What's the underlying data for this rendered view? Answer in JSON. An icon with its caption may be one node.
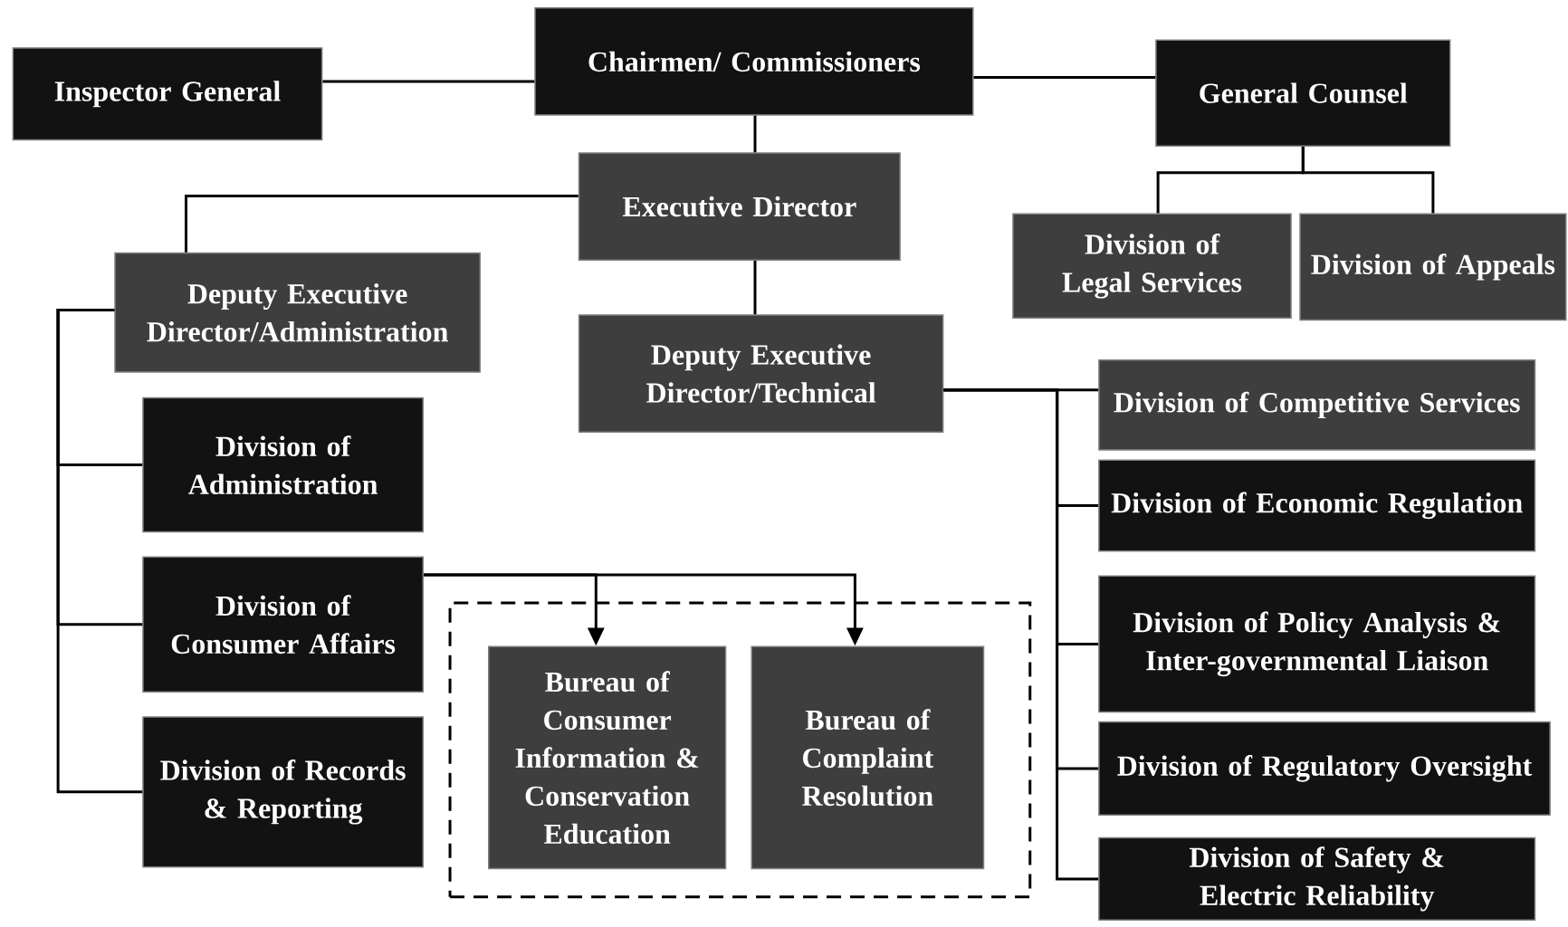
{
  "diagram": {
    "nodes": [
      {
        "text": [
          "Chairmen/ Commissioners"
        ]
      },
      {
        "text": [
          "Inspector General"
        ]
      },
      {
        "text": [
          "General Counsel"
        ]
      },
      {
        "text": [
          "Executive Director"
        ]
      },
      {
        "text": [
          "Division of Legal Services"
        ]
      },
      {
        "text": [
          "Division of Appeals"
        ]
      },
      {
        "text": [
          "Deputy Executive Director/Administration"
        ]
      },
      {
        "text": [
          "Deputy Executive Director/Technical"
        ]
      },
      {
        "text": [
          "Division of Competitive Services"
        ]
      },
      {
        "text": [
          "Division of Administration"
        ]
      },
      {
        "text": [
          "Division of Economic Regulation"
        ]
      },
      {
        "text": [
          "Division of Consumer Affairs"
        ]
      },
      {
        "text": [],
        "shape": "box"
      },
      {
        "text": [
          "Bureau of Consumer Information & Conservation Education"
        ],
        "in": 12
      },
      {
        "text": [
          "Bureau of Complaint Resolution"
        ],
        "in": 12
      },
      {
        "text": [
          "Division of Policy Analysis & Inter-governmental Liaison"
        ]
      },
      {
        "text": [
          "Division of Records & Reporting"
        ]
      },
      {
        "text": [
          "Division of Regulatory Oversight"
        ]
      },
      {
        "text": [
          "Division of Safety & Electric Reliability"
        ]
      }
    ],
    "edges": [
      {
        "from": 1,
        "to": 0,
        "arrow": "none"
      },
      {
        "from": 0,
        "to": 2,
        "arrow": "none"
      },
      {
        "from": 0,
        "to": 3,
        "arrow": "none"
      },
      {
        "from": 2,
        "to": 4,
        "arrow": "none"
      },
      {
        "from": 2,
        "to": 5,
        "arrow": "none"
      },
      {
        "from": 3,
        "to": 6,
        "arrow": "none"
      },
      {
        "from": 3,
        "to": 7,
        "arrow": "none"
      },
      {
        "from": 6,
        "to": 9,
        "arrow": "none"
      },
      {
        "from": 6,
        "to": 11,
        "arrow": "none"
      },
      {
        "from": 6,
        "to": 16,
        "arrow": "none"
      },
      {
        "from": 7,
        "to": 8,
        "arrow": "none"
      },
      {
        "from": 7,
        "to": 10,
        "arrow": "none"
      },
      {
        "from": 7,
        "to": 15,
        "arrow": "none"
      },
      {
        "from": 7,
        "to": 17,
        "arrow": "none"
      },
      {
        "from": 7,
        "to": 18,
        "arrow": "none"
      },
      {
        "from": 11,
        "to": 13,
        "arrow": "to"
      },
      {
        "from": 11,
        "to": 14,
        "arrow": "to"
      }
    ]
  }
}
